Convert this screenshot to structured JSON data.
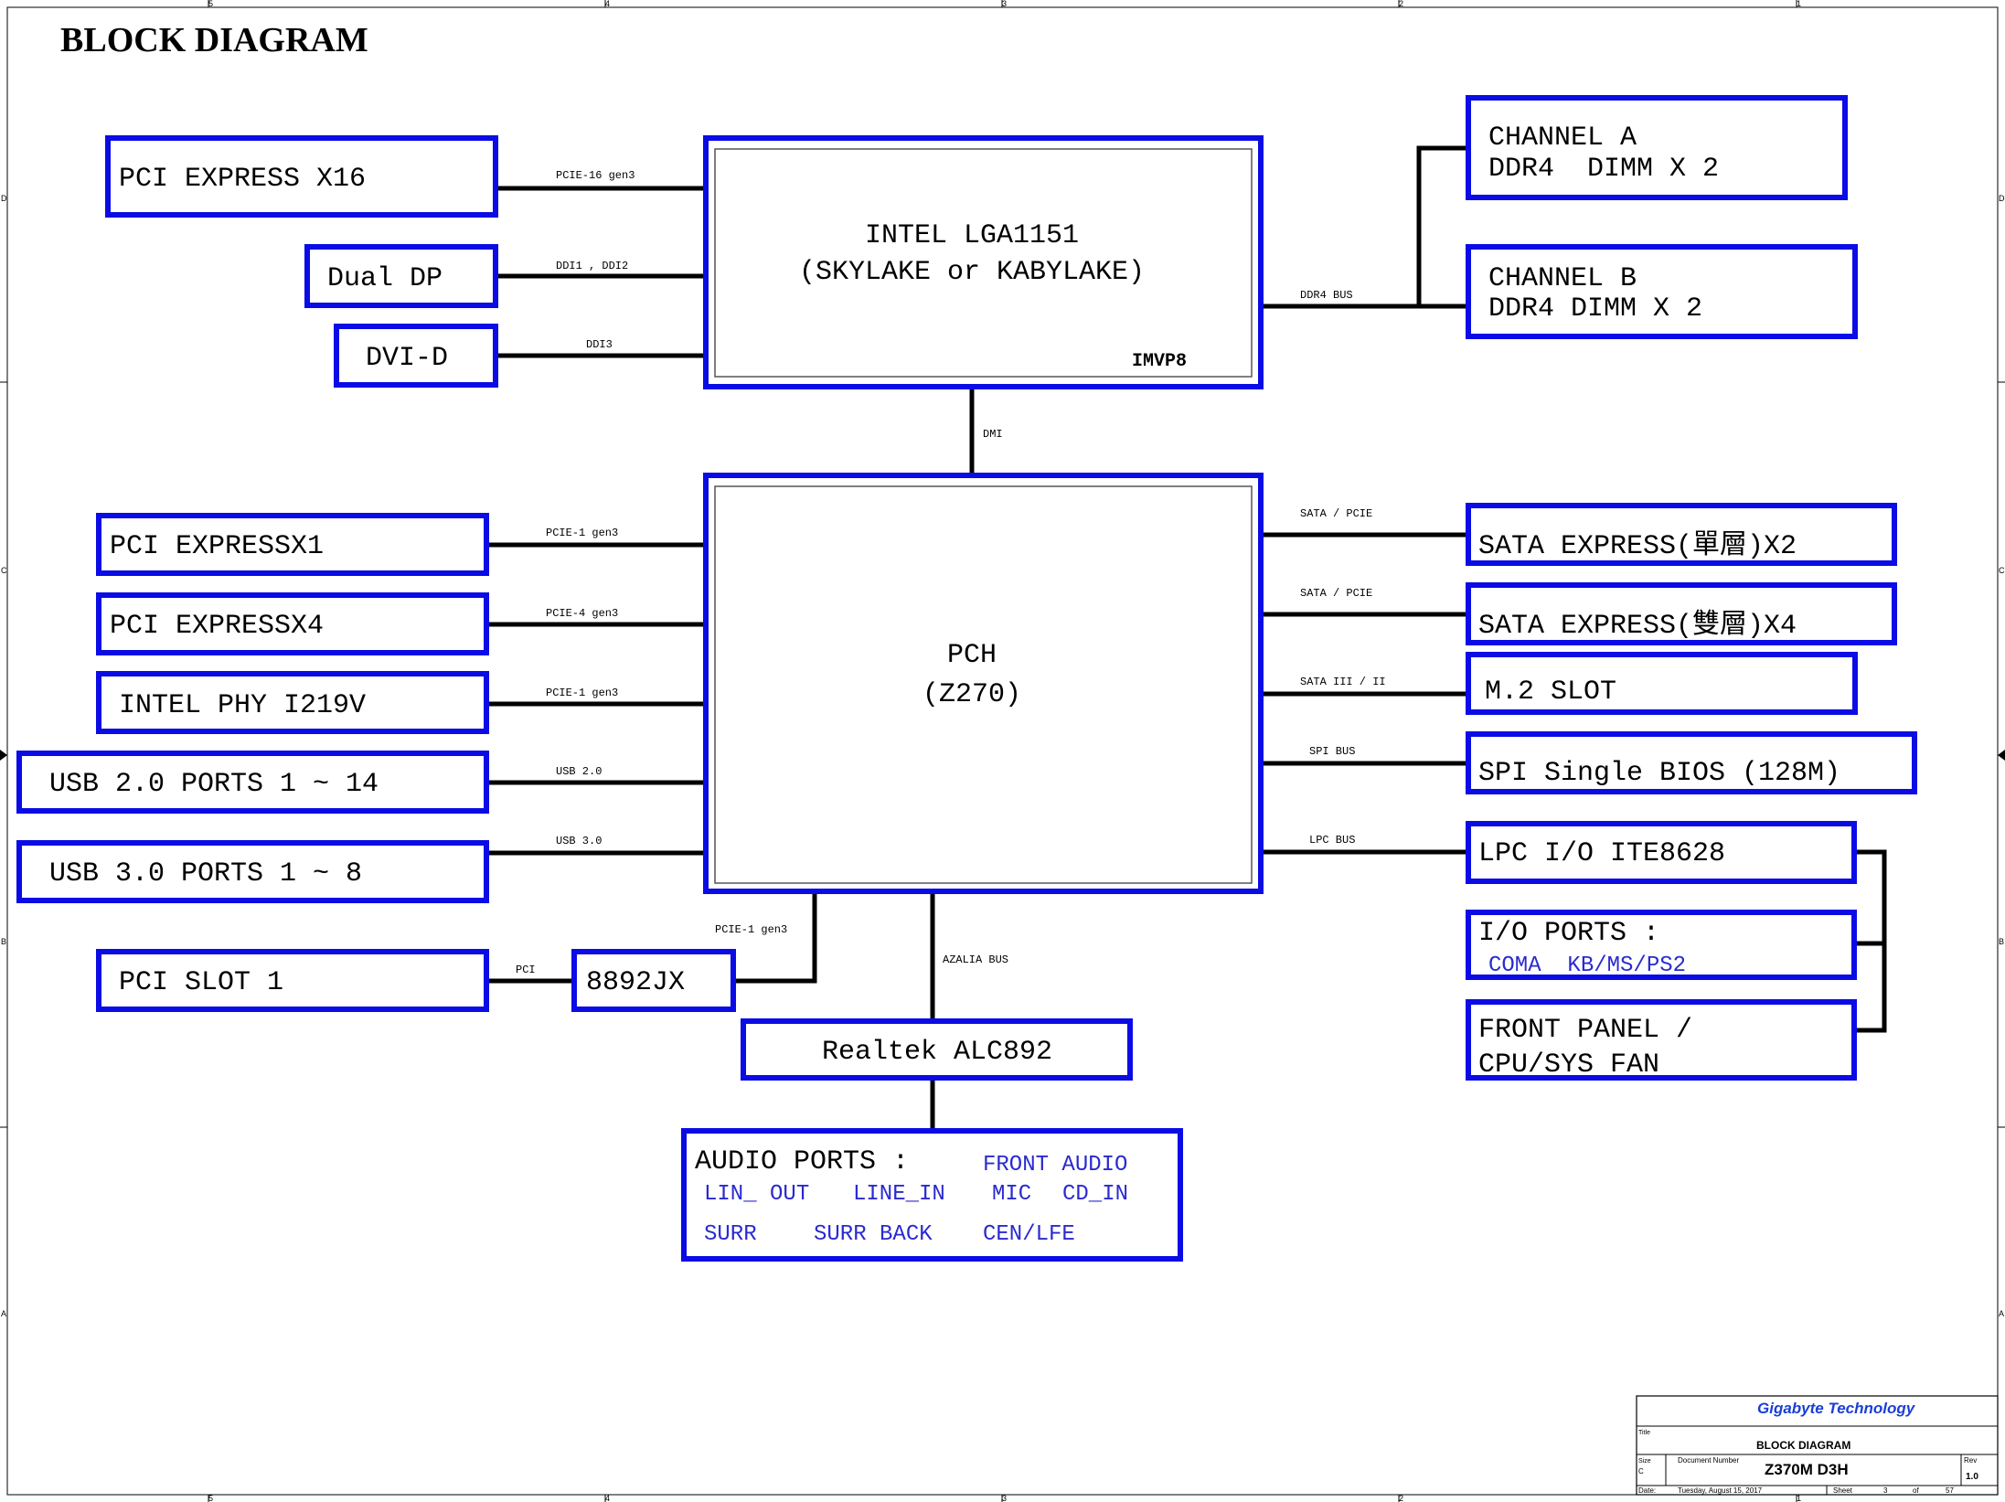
{
  "diagram_title": "BLOCK DIAGRAM",
  "frame": {
    "top_cols": [
      "5",
      "4",
      "3",
      "2",
      "1"
    ],
    "bottom_cols": [
      "5",
      "4",
      "3",
      "2",
      "1"
    ],
    "left_rows": [
      "D",
      "C",
      "B",
      "A"
    ],
    "right_rows": [
      "D",
      "C",
      "B",
      "A"
    ]
  },
  "cpu": {
    "line1": "INTEL LGA1151",
    "line2": "(SKYLAKE or KABYLAKE)",
    "sub": "IMVP8"
  },
  "pch": {
    "line1": "PCH",
    "line2": "(Z270)"
  },
  "blocks": {
    "pcie_x16": "PCI EXPRESS X16",
    "dual_dp": "Dual DP",
    "dvi_d": "DVI-D",
    "pcie_x1": "PCI EXPRESSX1",
    "pcie_x4": "PCI EXPRESSX4",
    "intel_phy": "INTEL PHY I219V",
    "usb2": "USB 2.0 PORTS 1 ~ 14",
    "usb3": "USB 3.0 PORTS 1 ~ 8",
    "pci_slot": "PCI SLOT 1",
    "bridge": "8892JX",
    "realtek": "Realtek ALC892",
    "chan_a_1": "CHANNEL A",
    "chan_a_2": "DDR4  DIMM X 2",
    "chan_b_1": "CHANNEL B",
    "chan_b_2": "DDR4 DIMM X 2",
    "sata_x2": "SATA EXPRESS(單層)X2",
    "sata_x4": "SATA EXPRESS(雙層)X4",
    "m2": "M.2 SLOT",
    "spi": "SPI Single BIOS (128M)",
    "lpc": "LPC I/O ITE8628",
    "io_ports": "I/O PORTS :",
    "io_sub": "COMA  KB/MS/PS2",
    "front_1": "FRONT PANEL /",
    "front_2": "CPU/SYS FAN"
  },
  "audio": {
    "title": "AUDIO PORTS :",
    "front": "FRONT AUDIO",
    "lin_out": "LIN_ OUT",
    "line_in": "LINE_IN",
    "mic": "MIC",
    "cd_in": "CD_IN",
    "surr": "SURR",
    "surr_back": "SURR BACK",
    "cen_lfe": "CEN/LFE"
  },
  "buses": {
    "pcie16": "PCIE-16 gen3",
    "ddi12": "DDI1 , DDI2",
    "ddi3": "DDI3",
    "ddr4": "DDR4 BUS",
    "dmi": "DMI",
    "pcie1_a": "PCIE-1 gen3",
    "pcie4": "PCIE-4 gen3",
    "pcie1_b": "PCIE-1 gen3",
    "usb20": "USB 2.0",
    "usb30": "USB 3.0",
    "pcie1_c": "PCIE-1 gen3",
    "pci": "PCI",
    "azalia": "AZALIA BUS",
    "sata_pcie_1": "SATA / PCIE",
    "sata_pcie_2": "SATA / PCIE",
    "sata3": "SATA III / II",
    "spi": "SPI BUS",
    "lpc": "LPC BUS"
  },
  "title_block": {
    "company": "Gigabyte Technology",
    "title_label": "Title",
    "title": "BLOCK DIAGRAM",
    "size_label": "Size",
    "size": "C",
    "docnum_label": "Document Number",
    "docnum": "Z370M D3H",
    "rev_label": "Rev",
    "rev": "1.0",
    "date_label": "Date:",
    "date": "Tuesday, August 15, 2017",
    "sheet_label": "Sheet",
    "sheet": "3",
    "of_label": "of",
    "sheets_total": "57"
  }
}
